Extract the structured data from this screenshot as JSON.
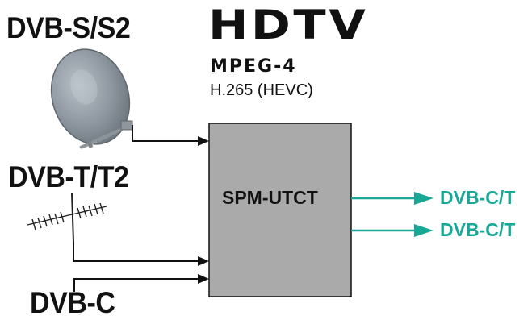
{
  "title": "HDTV",
  "codec": {
    "primary": "MPEG-4",
    "secondary": "H.265 (HEVC)"
  },
  "inputs": {
    "satellite": "DVB-S/S2",
    "terrestrial": "DVB-T/T2",
    "cable": "DVB-C"
  },
  "device": {
    "label": "SPM-UTCT"
  },
  "outputs": [
    "DVB-C/T",
    "DVB-C/T"
  ],
  "colors": {
    "output_accent": "#1aa896",
    "box_fill": "#aaaaaa",
    "line": "#111111"
  },
  "icons": {
    "satellite": "satellite-dish-icon",
    "antenna": "yagi-antenna-icon"
  }
}
